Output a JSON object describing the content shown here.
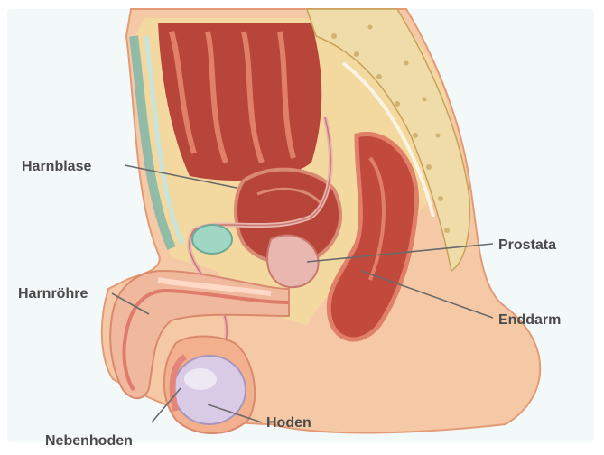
{
  "labels": {
    "harnblase": "Harnblase",
    "harnroehre": "Harnröhre",
    "nebenhoden": "Nebenhoden",
    "prostata": "Prostata",
    "enddarm": "Enddarm",
    "hoden": "Hoden"
  },
  "colors": {
    "skin": "#f6c9a6",
    "skin_shadow": "#e8a983",
    "fat": "#f3d9a0",
    "bladder": "#b8453a",
    "bladder_light": "#d98a72",
    "rectum": "#c24a3c",
    "rectum_light": "#e08068",
    "bone": "#efdca8",
    "bone_dot": "#c7a15a",
    "testis": "#d9cbe6",
    "prostate": "#e9b7b0",
    "label": "#4a4a4a",
    "leader": "#6a6a6a"
  }
}
